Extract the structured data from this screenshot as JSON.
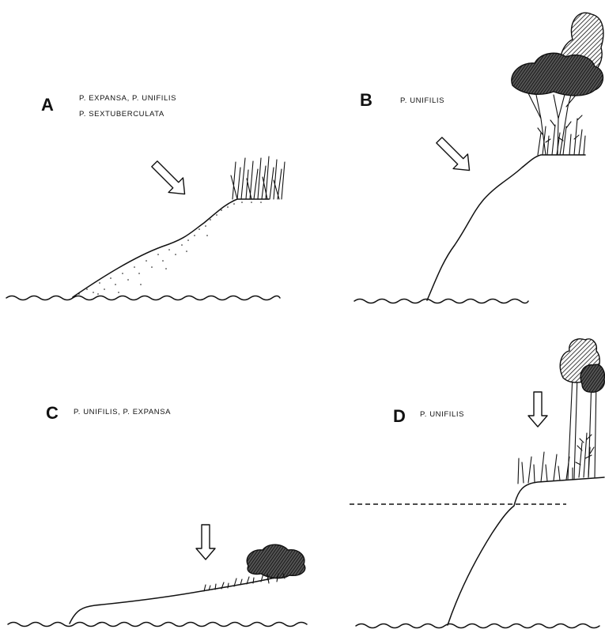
{
  "panels": [
    {
      "letter": "A",
      "species_line1": "P. EXPANSA,  P. UNIFILIS",
      "species_line2": "P. SEXTUBERCULATA"
    },
    {
      "letter": "B",
      "species_line1": "P. UNIFILIS"
    },
    {
      "letter": "C",
      "species_line1": "P. UNIFILIS,  P. EXPANSA"
    },
    {
      "letter": "D",
      "species_line1": "P. UNIFILIS"
    }
  ],
  "colors": {
    "ink": "#111111",
    "canopy_fill": "#3a3a3a",
    "paper": "#ffffff"
  }
}
